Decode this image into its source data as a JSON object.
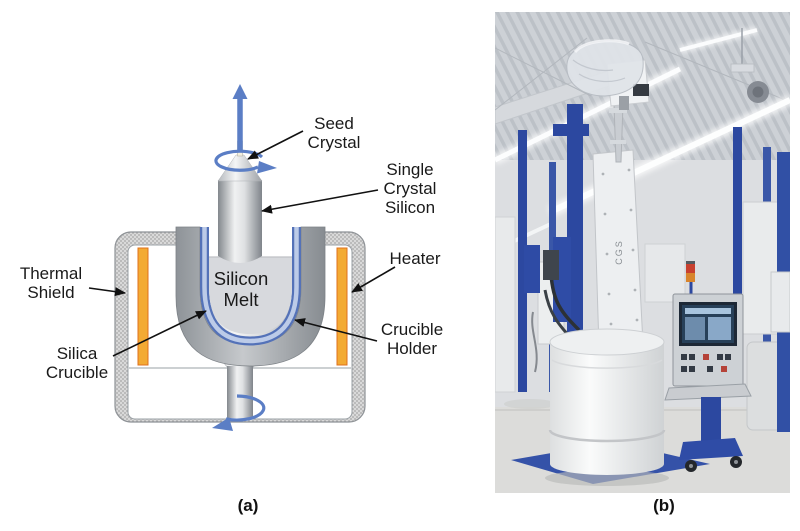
{
  "figure": {
    "panel_a": {
      "caption": "(a)",
      "labels": {
        "seed_crystal": "Seed\nCrystal",
        "single_crystal_silicon": "Single\nCrystal\nSilicon",
        "heater": "Heater",
        "crucible_holder": "Crucible\nHolder",
        "thermal_shield": "Thermal\nShield",
        "silica_crucible": "Silica\nCrucible",
        "silicon_melt": "Silicon\nMelt"
      }
    },
    "panel_b": {
      "caption": "(b)",
      "machine_label": "CGS"
    }
  },
  "colors": {
    "arrow-blue": "#5b7ec5",
    "heater-orange": "#f3aa33",
    "heater-border": "#df701d",
    "crucible-blue": "#5472b8",
    "crucible-blue-light": "#bccbe8",
    "melt-grey": "#d7d9dd",
    "machine-blue": "#2c48a0",
    "screen-blue": "#274059",
    "label-ink": "#1a1a1a"
  }
}
